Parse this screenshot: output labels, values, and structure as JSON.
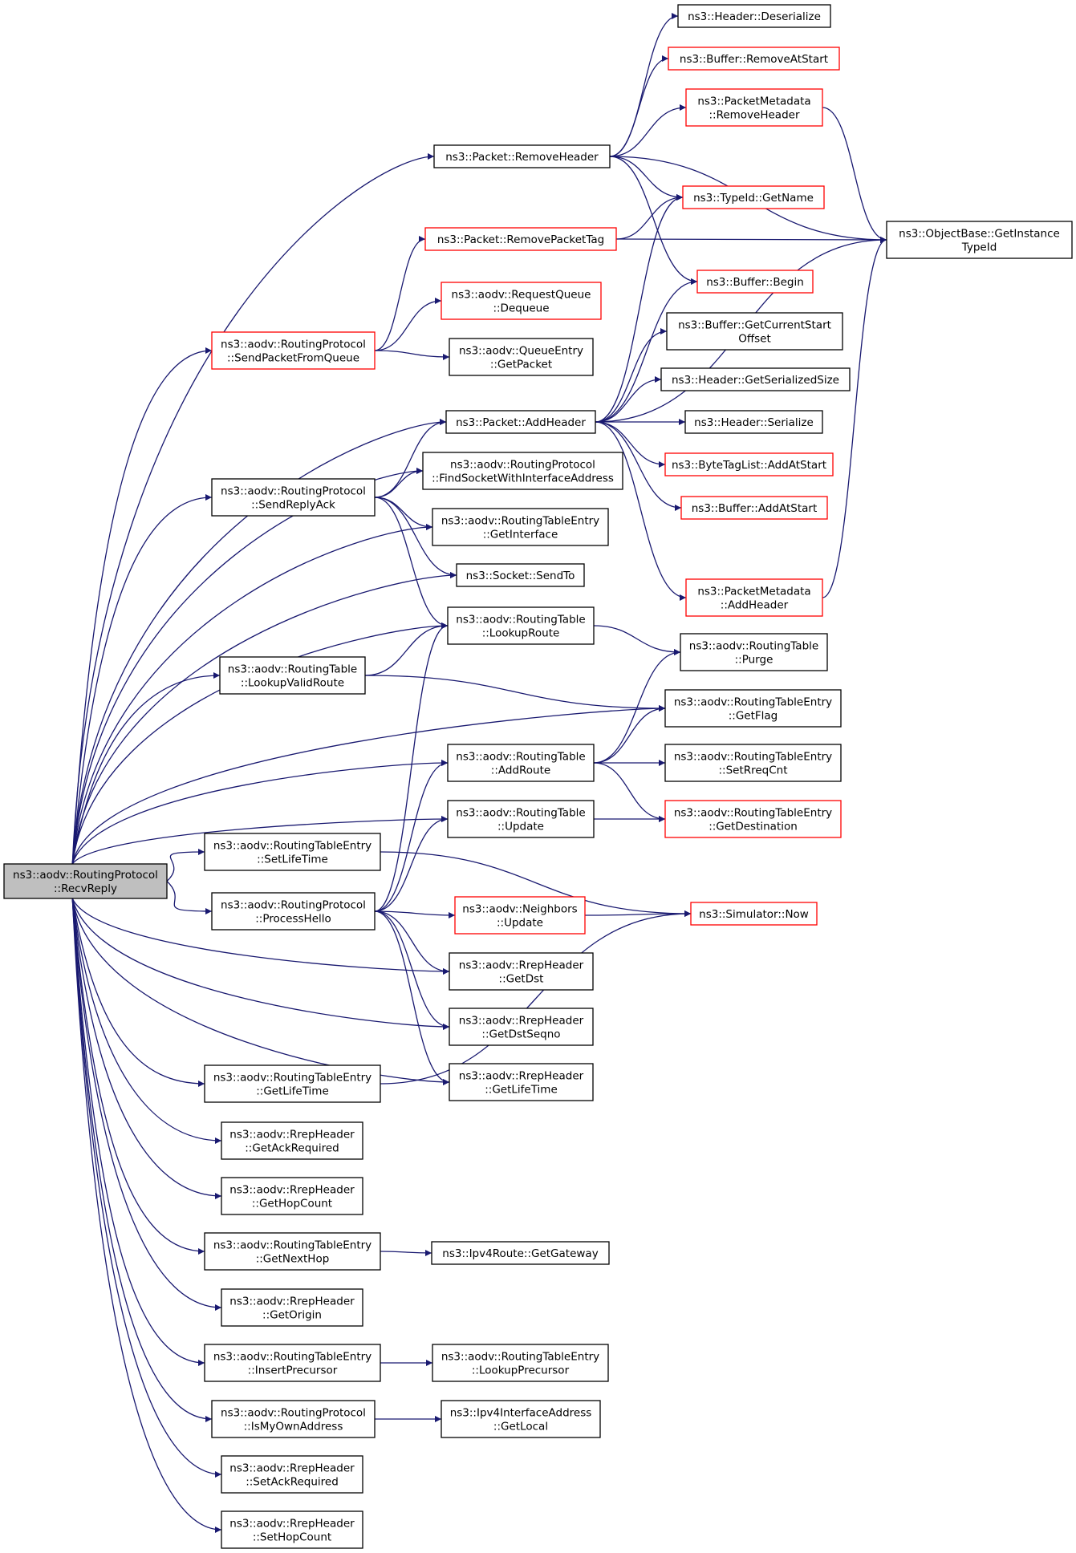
{
  "colors": {
    "edge": "#191970",
    "normal_border": "#000000",
    "truncated_border": "#ff0000",
    "root_fill": "#bfbfbf"
  },
  "nodes": {
    "n_root": {
      "lines": [
        "ns3::aodv::RoutingProtocol",
        "::RecvReply"
      ],
      "kind": "root"
    },
    "n_hdr_deser": {
      "lines": [
        "ns3::Header::Deserialize"
      ],
      "kind": "normal"
    },
    "n_buf_remstart": {
      "lines": [
        "ns3::Buffer::RemoveAtStart"
      ],
      "kind": "truncated"
    },
    "n_pm_remhdr": {
      "lines": [
        "ns3::PacketMetadata",
        "::RemoveHeader"
      ],
      "kind": "truncated"
    },
    "n_pkt_remhdr": {
      "lines": [
        "ns3::Packet::RemoveHeader"
      ],
      "kind": "normal"
    },
    "n_typeid_getname": {
      "lines": [
        "ns3::TypeId::GetName"
      ],
      "kind": "truncated"
    },
    "n_objbase": {
      "lines": [
        "ns3::ObjectBase::GetInstance",
        "TypeId"
      ],
      "kind": "normal"
    },
    "n_pkt_rempkttag": {
      "lines": [
        "ns3::Packet::RemovePacketTag"
      ],
      "kind": "truncated"
    },
    "n_buf_begin": {
      "lines": [
        "ns3::Buffer::Begin"
      ],
      "kind": "truncated"
    },
    "n_rq_dequeue": {
      "lines": [
        "ns3::aodv::RequestQueue",
        "::Dequeue"
      ],
      "kind": "truncated"
    },
    "n_rp_sendpktq": {
      "lines": [
        "ns3::aodv::RoutingProtocol",
        "::SendPacketFromQueue"
      ],
      "kind": "truncated"
    },
    "n_qe_getpacket": {
      "lines": [
        "ns3::aodv::QueueEntry",
        "::GetPacket"
      ],
      "kind": "normal"
    },
    "n_buf_getcso": {
      "lines": [
        "ns3::Buffer::GetCurrentStart",
        "Offset"
      ],
      "kind": "normal"
    },
    "n_hdr_getsersize": {
      "lines": [
        "ns3::Header::GetSerializedSize"
      ],
      "kind": "normal"
    },
    "n_pkt_addhdr": {
      "lines": [
        "ns3::Packet::AddHeader"
      ],
      "kind": "normal"
    },
    "n_hdr_serialize": {
      "lines": [
        "ns3::Header::Serialize"
      ],
      "kind": "normal"
    },
    "n_rp_findsock": {
      "lines": [
        "ns3::aodv::RoutingProtocol",
        "::FindSocketWithInterfaceAddress"
      ],
      "kind": "normal"
    },
    "n_btl_addatstart": {
      "lines": [
        "ns3::ByteTagList::AddAtStart"
      ],
      "kind": "truncated"
    },
    "n_rp_sendreplyack": {
      "lines": [
        "ns3::aodv::RoutingProtocol",
        "::SendReplyAck"
      ],
      "kind": "normal"
    },
    "n_buf_addatstart": {
      "lines": [
        "ns3::Buffer::AddAtStart"
      ],
      "kind": "truncated"
    },
    "n_rte_getiface": {
      "lines": [
        "ns3::aodv::RoutingTableEntry",
        "::GetInterface"
      ],
      "kind": "normal"
    },
    "n_socket_sendto": {
      "lines": [
        "ns3::Socket::SendTo"
      ],
      "kind": "normal"
    },
    "n_pm_addhdr": {
      "lines": [
        "ns3::PacketMetadata",
        "::AddHeader"
      ],
      "kind": "truncated"
    },
    "n_rt_lookuproute": {
      "lines": [
        "ns3::aodv::RoutingTable",
        "::LookupRoute"
      ],
      "kind": "normal"
    },
    "n_rt_purge": {
      "lines": [
        "ns3::aodv::RoutingTable",
        "::Purge"
      ],
      "kind": "normal"
    },
    "n_rt_lookupvalid": {
      "lines": [
        "ns3::aodv::RoutingTable",
        "::LookupValidRoute"
      ],
      "kind": "normal"
    },
    "n_rte_getflag": {
      "lines": [
        "ns3::aodv::RoutingTableEntry",
        "::GetFlag"
      ],
      "kind": "normal"
    },
    "n_rt_addroute": {
      "lines": [
        "ns3::aodv::RoutingTable",
        "::AddRoute"
      ],
      "kind": "normal"
    },
    "n_rte_setrreqcnt": {
      "lines": [
        "ns3::aodv::RoutingTableEntry",
        "::SetRreqCnt"
      ],
      "kind": "normal"
    },
    "n_rt_update": {
      "lines": [
        "ns3::aodv::RoutingTable",
        "::Update"
      ],
      "kind": "normal"
    },
    "n_rte_getdest": {
      "lines": [
        "ns3::aodv::RoutingTableEntry",
        "::GetDestination"
      ],
      "kind": "truncated"
    },
    "n_rte_setlifetime": {
      "lines": [
        "ns3::aodv::RoutingTableEntry",
        "::SetLifeTime"
      ],
      "kind": "normal"
    },
    "n_rp_processhello": {
      "lines": [
        "ns3::aodv::RoutingProtocol",
        "::ProcessHello"
      ],
      "kind": "normal"
    },
    "n_nb_update": {
      "lines": [
        "ns3::aodv::Neighbors",
        "::Update"
      ],
      "kind": "truncated"
    },
    "n_sim_now": {
      "lines": [
        "ns3::Simulator::Now"
      ],
      "kind": "truncated"
    },
    "n_rrep_getdst": {
      "lines": [
        "ns3::aodv::RrepHeader",
        "::GetDst"
      ],
      "kind": "normal"
    },
    "n_rrep_getdstseq": {
      "lines": [
        "ns3::aodv::RrepHeader",
        "::GetDstSeqno"
      ],
      "kind": "normal"
    },
    "n_rrep_getlifetime": {
      "lines": [
        "ns3::aodv::RrepHeader",
        "::GetLifeTime"
      ],
      "kind": "normal"
    },
    "n_rte_getlifetime": {
      "lines": [
        "ns3::aodv::RoutingTableEntry",
        "::GetLifeTime"
      ],
      "kind": "normal"
    },
    "n_rrep_getackreq": {
      "lines": [
        "ns3::aodv::RrepHeader",
        "::GetAckRequired"
      ],
      "kind": "normal"
    },
    "n_rrep_gethopcount": {
      "lines": [
        "ns3::aodv::RrepHeader",
        "::GetHopCount"
      ],
      "kind": "normal"
    },
    "n_rte_getnexthop": {
      "lines": [
        "ns3::aodv::RoutingTableEntry",
        "::GetNextHop"
      ],
      "kind": "normal"
    },
    "n_ipv4route_getgw": {
      "lines": [
        "ns3::Ipv4Route::GetGateway"
      ],
      "kind": "normal"
    },
    "n_rrep_getorigin": {
      "lines": [
        "ns3::aodv::RrepHeader",
        "::GetOrigin"
      ],
      "kind": "normal"
    },
    "n_rte_insertprec": {
      "lines": [
        "ns3::aodv::RoutingTableEntry",
        "::InsertPrecursor"
      ],
      "kind": "normal"
    },
    "n_rte_lookupprec": {
      "lines": [
        "ns3::aodv::RoutingTableEntry",
        "::LookupPrecursor"
      ],
      "kind": "normal"
    },
    "n_rp_ismyown": {
      "lines": [
        "ns3::aodv::RoutingProtocol",
        "::IsMyOwnAddress"
      ],
      "kind": "normal"
    },
    "n_ipv4ia_getlocal": {
      "lines": [
        "ns3::Ipv4InterfaceAddress",
        "::GetLocal"
      ],
      "kind": "normal"
    },
    "n_rrep_setackreq": {
      "lines": [
        "ns3::aodv::RrepHeader",
        "::SetAckRequired"
      ],
      "kind": "normal"
    },
    "n_rrep_sethopcount": {
      "lines": [
        "ns3::aodv::RrepHeader",
        "::SetHopCount"
      ],
      "kind": "normal"
    }
  },
  "edges": [
    [
      "n_root",
      "n_pkt_remhdr"
    ],
    [
      "n_root",
      "n_rp_sendpktq"
    ],
    [
      "n_root",
      "n_pkt_addhdr"
    ],
    [
      "n_root",
      "n_rp_findsock"
    ],
    [
      "n_root",
      "n_rp_sendreplyack"
    ],
    [
      "n_root",
      "n_rte_getiface"
    ],
    [
      "n_root",
      "n_socket_sendto"
    ],
    [
      "n_root",
      "n_rt_lookuproute"
    ],
    [
      "n_root",
      "n_rt_lookupvalid"
    ],
    [
      "n_root",
      "n_rte_getflag"
    ],
    [
      "n_root",
      "n_rt_addroute"
    ],
    [
      "n_root",
      "n_rt_update"
    ],
    [
      "n_root",
      "n_rte_setlifetime"
    ],
    [
      "n_root",
      "n_rp_processhello"
    ],
    [
      "n_root",
      "n_rrep_getdst"
    ],
    [
      "n_root",
      "n_rrep_getdstseq"
    ],
    [
      "n_root",
      "n_rrep_getlifetime"
    ],
    [
      "n_root",
      "n_rte_getlifetime"
    ],
    [
      "n_root",
      "n_rrep_getackreq"
    ],
    [
      "n_root",
      "n_rrep_gethopcount"
    ],
    [
      "n_root",
      "n_rte_getnexthop"
    ],
    [
      "n_root",
      "n_rrep_getorigin"
    ],
    [
      "n_root",
      "n_rte_insertprec"
    ],
    [
      "n_root",
      "n_rp_ismyown"
    ],
    [
      "n_root",
      "n_rrep_setackreq"
    ],
    [
      "n_root",
      "n_rrep_sethopcount"
    ],
    [
      "n_pkt_remhdr",
      "n_hdr_deser"
    ],
    [
      "n_pkt_remhdr",
      "n_buf_remstart"
    ],
    [
      "n_pkt_remhdr",
      "n_pm_remhdr"
    ],
    [
      "n_pkt_remhdr",
      "n_typeid_getname"
    ],
    [
      "n_pkt_remhdr",
      "n_objbase"
    ],
    [
      "n_pkt_remhdr",
      "n_buf_begin"
    ],
    [
      "n_pm_remhdr",
      "n_objbase"
    ],
    [
      "n_pkt_rempkttag",
      "n_typeid_getname"
    ],
    [
      "n_pkt_rempkttag",
      "n_objbase"
    ],
    [
      "n_rp_sendpktq",
      "n_pkt_rempkttag"
    ],
    [
      "n_rp_sendpktq",
      "n_rq_dequeue"
    ],
    [
      "n_rp_sendpktq",
      "n_qe_getpacket"
    ],
    [
      "n_pkt_addhdr",
      "n_typeid_getname"
    ],
    [
      "n_pkt_addhdr",
      "n_buf_begin"
    ],
    [
      "n_pkt_addhdr",
      "n_buf_getcso"
    ],
    [
      "n_pkt_addhdr",
      "n_hdr_getsersize"
    ],
    [
      "n_pkt_addhdr",
      "n_hdr_serialize"
    ],
    [
      "n_pkt_addhdr",
      "n_btl_addatstart"
    ],
    [
      "n_pkt_addhdr",
      "n_buf_addatstart"
    ],
    [
      "n_pkt_addhdr",
      "n_pm_addhdr"
    ],
    [
      "n_pkt_addhdr",
      "n_objbase"
    ],
    [
      "n_pm_addhdr",
      "n_objbase"
    ],
    [
      "n_rp_sendreplyack",
      "n_pkt_addhdr"
    ],
    [
      "n_rp_sendreplyack",
      "n_rp_findsock"
    ],
    [
      "n_rp_sendreplyack",
      "n_rte_getiface"
    ],
    [
      "n_rp_sendreplyack",
      "n_socket_sendto"
    ],
    [
      "n_rp_sendreplyack",
      "n_rt_lookuproute"
    ],
    [
      "n_rt_lookuproute",
      "n_rt_purge"
    ],
    [
      "n_rt_lookupvalid",
      "n_rt_lookuproute"
    ],
    [
      "n_rt_lookupvalid",
      "n_rte_getflag"
    ],
    [
      "n_rt_addroute",
      "n_rt_purge"
    ],
    [
      "n_rt_addroute",
      "n_rte_getflag"
    ],
    [
      "n_rt_addroute",
      "n_rte_setrreqcnt"
    ],
    [
      "n_rt_addroute",
      "n_rte_getdest"
    ],
    [
      "n_rt_update",
      "n_rte_getdest"
    ],
    [
      "n_rte_setlifetime",
      "n_sim_now"
    ],
    [
      "n_rp_processhello",
      "n_rt_lookuproute"
    ],
    [
      "n_rp_processhello",
      "n_rt_addroute"
    ],
    [
      "n_rp_processhello",
      "n_rt_update"
    ],
    [
      "n_rp_processhello",
      "n_nb_update"
    ],
    [
      "n_rp_processhello",
      "n_rrep_getdst"
    ],
    [
      "n_rp_processhello",
      "n_rrep_getdstseq"
    ],
    [
      "n_rp_processhello",
      "n_rrep_getlifetime"
    ],
    [
      "n_nb_update",
      "n_sim_now"
    ],
    [
      "n_rte_getlifetime",
      "n_sim_now"
    ],
    [
      "n_rte_getnexthop",
      "n_ipv4route_getgw"
    ],
    [
      "n_rte_insertprec",
      "n_rte_lookupprec"
    ],
    [
      "n_rp_ismyown",
      "n_ipv4ia_getlocal"
    ]
  ]
}
